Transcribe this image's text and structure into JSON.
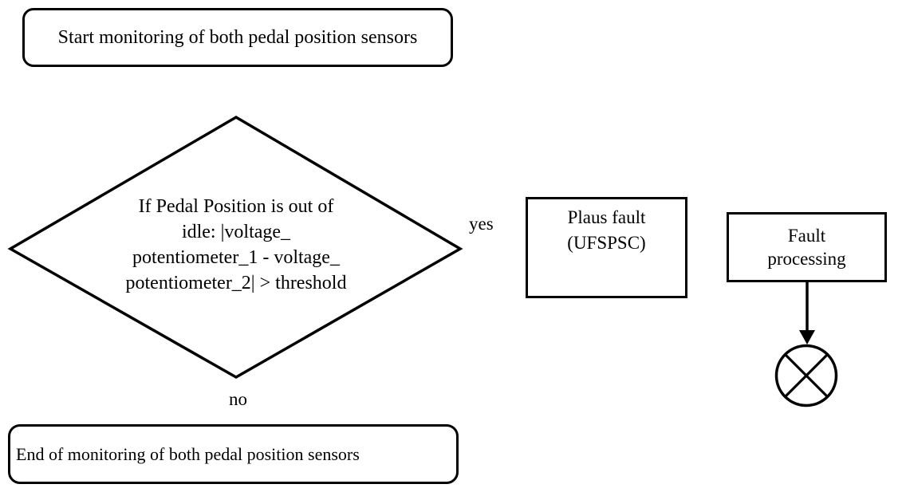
{
  "canvas": {
    "background_color": "#ffffff",
    "stroke_color": "#000000",
    "text_color": "#000000"
  },
  "nodes": {
    "start": {
      "type": "terminator",
      "label": "Start monitoring of both pedal position sensors"
    },
    "decision": {
      "type": "decision",
      "lines": [
        "If Pedal Position is out of",
        "idle: |voltage_",
        "potentiometer_1 - voltage_",
        "potentiometer_2| > threshold"
      ]
    },
    "plaus_fault": {
      "type": "process",
      "lines": [
        "Plaus fault",
        "(UFSPSC)"
      ]
    },
    "fault_processing": {
      "type": "process",
      "lines": [
        "Fault",
        "processing"
      ]
    },
    "end": {
      "type": "terminator",
      "label": "End of monitoring of both pedal position sensors"
    },
    "fault_indicator": {
      "type": "connector",
      "icon": "crossed-circle-icon"
    }
  },
  "edges": {
    "yes_label": "yes",
    "no_label": "no"
  }
}
